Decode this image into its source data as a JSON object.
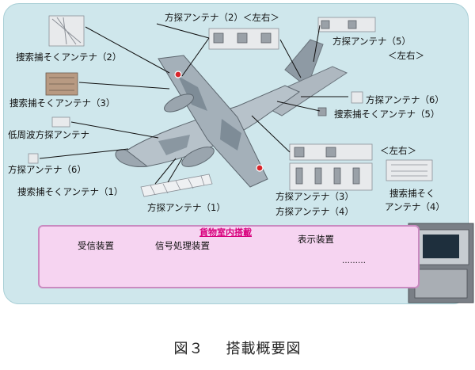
{
  "labels": {
    "search_track_2": "捜索捕そくアンテナ（2）",
    "direction_2": "方探アンテナ（2）＜左右＞",
    "direction_5": "方探アンテナ（5）",
    "direction_5_side": "＜左右＞",
    "search_track_3": "捜索捕そくアンテナ（3）",
    "direction_6_right": "方探アンテナ（6）",
    "search_track_5": "捜索捕そくアンテナ（5）",
    "low_freq": "低周波方探アンテナ",
    "side_lr": "＜左右＞",
    "direction_6_left": "方探アンテナ（6）",
    "search_track_1": "捜索捕そくアンテナ（1）",
    "direction_1": "方探アンテナ（1）",
    "direction_3": "方探アンテナ（3）",
    "direction_4": "方探アンテナ（4）",
    "search_track_4_line1": "捜索捕そく",
    "search_track_4_line2": "アンテナ（4）"
  },
  "cargo": {
    "title": "貨物室内搭載",
    "receiver": "受信装置",
    "signal_processor": "信号処理装置",
    "display": "表示装置",
    "ellipsis": "………"
  },
  "caption": {
    "figure": "図３",
    "title": "搭載概要図"
  }
}
